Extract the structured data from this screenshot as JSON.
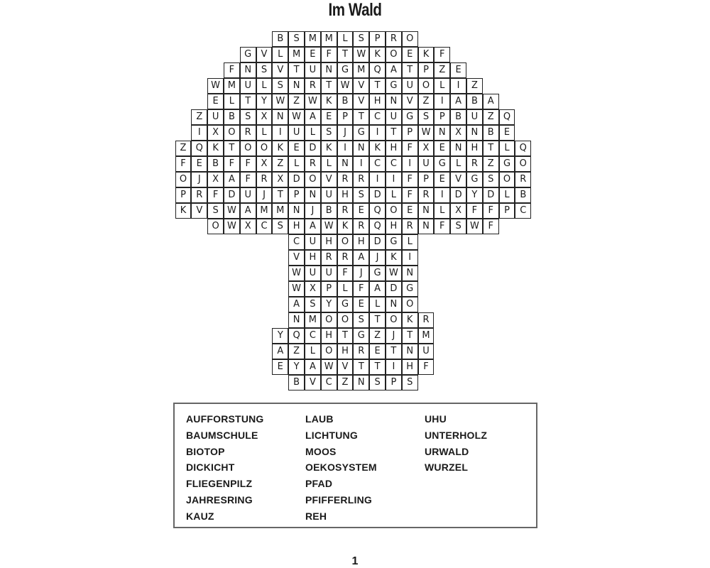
{
  "title": "Im Wald",
  "grid": {
    "rows": [
      {
        "start": 17,
        "letters": "BSMMLSPRO"
      },
      {
        "start": 15,
        "letters": "GVLMEFTWKOEKF"
      },
      {
        "start": 14,
        "letters": "FNSVTUNGMQATPZE"
      },
      {
        "start": 13,
        "letters": "WMULSNRTWVTGUOLIZ"
      },
      {
        "start": 13,
        "letters": "ELTYWZWKBVHNVZIABA"
      },
      {
        "start": 12,
        "letters": "ZUBSXNWAEPTCUGSPBUZQ"
      },
      {
        "start": 12,
        "letters": "IXORLIULSJGITPWNXNBE"
      },
      {
        "start": 11,
        "letters": "ZQKTOOKEDKINKHFXENHTLQ"
      },
      {
        "start": 11,
        "letters": "FEBFFXZLRLNICCIUGLRZGO"
      },
      {
        "start": 11,
        "letters": "OJXAFRXDOVRRIIFPEVGSOR"
      },
      {
        "start": 11,
        "letters": "PRFDUJTPNUHSDLFRIDYDLB"
      },
      {
        "start": 11,
        "letters": "KVSWAMMNJBREQOENLXFFPC"
      },
      {
        "start": 13,
        "letters": "OWXCSHAWKRQHRNFSWF"
      },
      {
        "start": 18,
        "letters": "CUHOHDGL"
      },
      {
        "start": 18,
        "letters": "VHRRAJKI"
      },
      {
        "start": 18,
        "letters": "WUUFJGWN"
      },
      {
        "start": 18,
        "letters": "WXPLFADG"
      },
      {
        "start": 18,
        "letters": "ASYGELNO"
      },
      {
        "start": 18,
        "letters": "NMOOSTOKR"
      },
      {
        "start": 17,
        "letters": "YQCHTGZJTM"
      },
      {
        "start": 17,
        "letters": "AZLOHRETNU"
      },
      {
        "start": 17,
        "letters": "EYAWVTTIHF"
      },
      {
        "start": 18,
        "letters": "BVCZNSPS"
      }
    ]
  },
  "word_list": {
    "columns": [
      [
        "AUFFORSTUNG",
        "BAUMSCHULE",
        "BIOTOP",
        "DICKICHT",
        "FLIEGENPILZ",
        "JAHRESRING",
        "KAUZ"
      ],
      [
        "LAUB",
        "LICHTUNG",
        "MOOS",
        "OEKOSYSTEM",
        "PFAD",
        "PFIFFERLING",
        "REH"
      ],
      [
        "UHU",
        "UNTERHOLZ",
        "URWALD",
        "WURZEL"
      ]
    ]
  },
  "page_number": "1"
}
